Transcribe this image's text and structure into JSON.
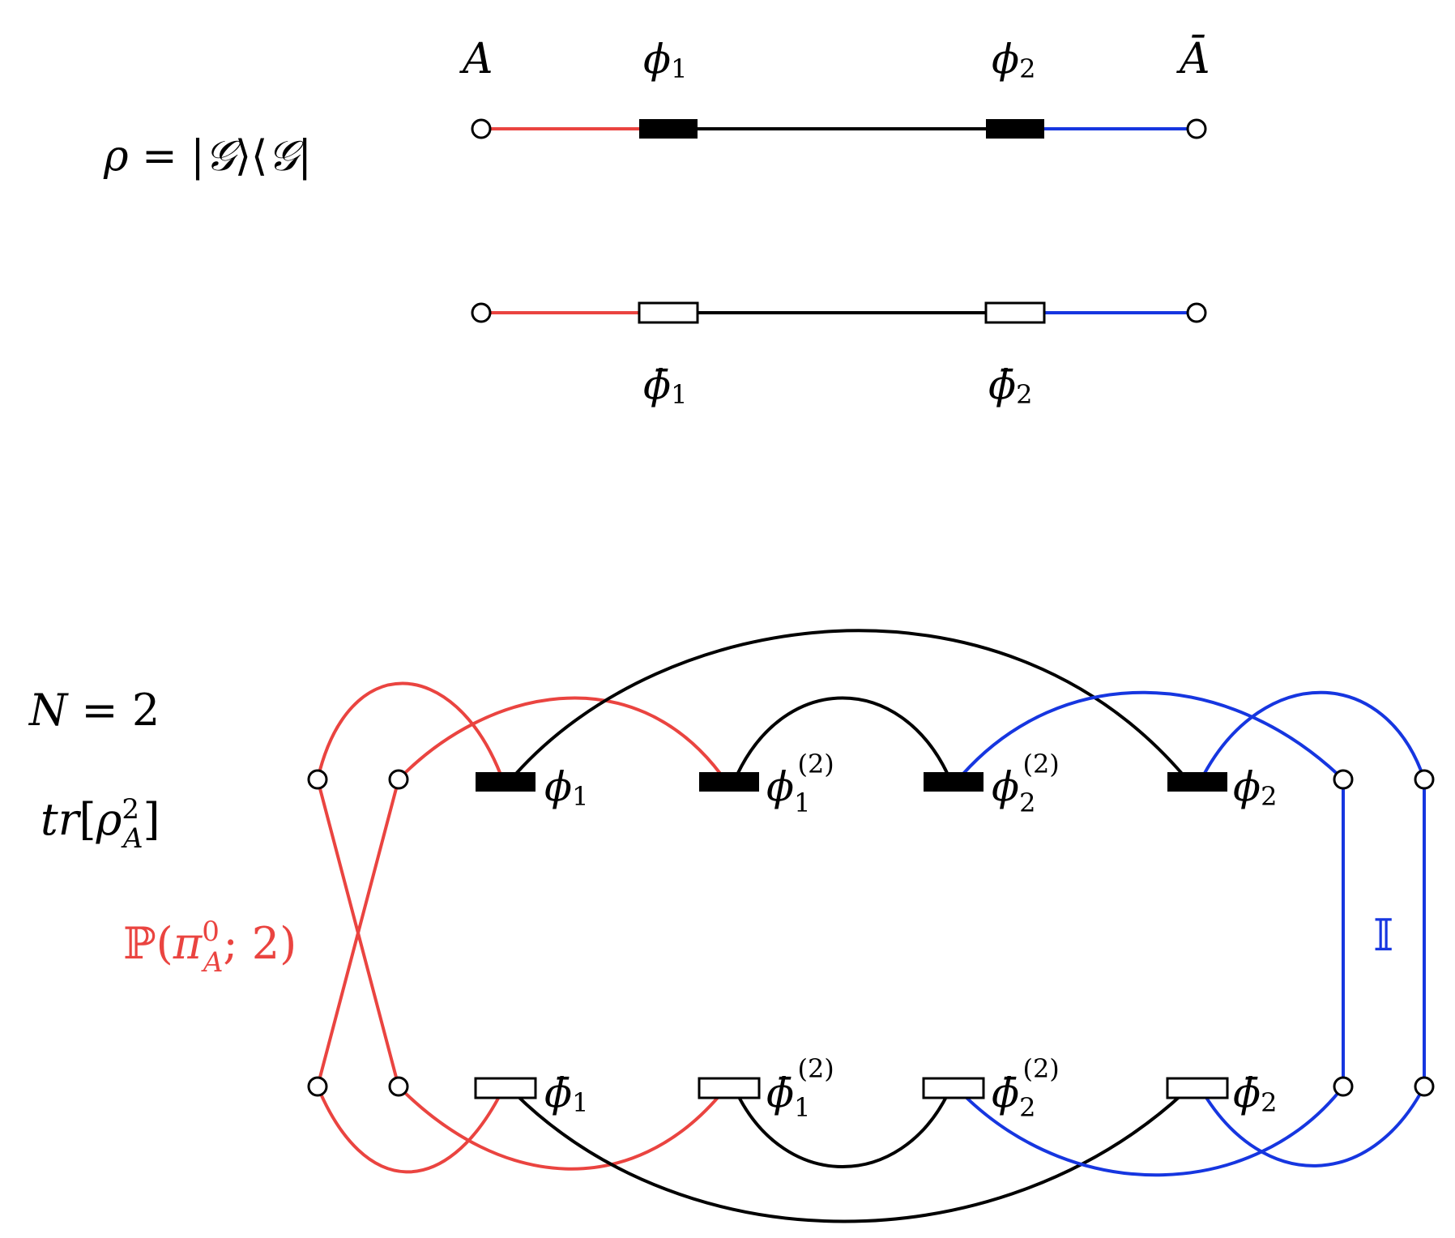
{
  "colors": {
    "subsystem_a": "#ea4440",
    "subsystem_abar": "#1636e0",
    "internal": "#000000"
  },
  "top": {
    "state_label": {
      "rho": "ρ",
      "eq": " = |",
      "g1": "𝒢",
      "mid": "⟩⟨",
      "g2": "𝒢",
      "end": "|"
    },
    "ket": {
      "label_a": "A",
      "label_abar": "Ā",
      "tensors": [
        {
          "sym": "ϕ",
          "sub": "1"
        },
        {
          "sym": "ϕ",
          "sub": "2"
        }
      ]
    },
    "bra": {
      "tensors": [
        {
          "sym": "ϕ̄",
          "sub": "1"
        },
        {
          "sym": "ϕ̄",
          "sub": "2"
        }
      ]
    }
  },
  "bottom": {
    "n_label": {
      "N": "N",
      "rest": " = 2"
    },
    "trace_label": {
      "tr": "tr",
      "open": "[",
      "rho": "ρ",
      "sup": "2",
      "sub": "A",
      "close": "]"
    },
    "perm_label": {
      "P": "ℙ",
      "open": "(",
      "pi": "π",
      "sup": "0",
      "sub": "A",
      "rest": "; 2)"
    },
    "identity_label": "𝕀",
    "ket_tensors": [
      {
        "sym": "ϕ",
        "sub": "1",
        "sup": ""
      },
      {
        "sym": "ϕ",
        "sub": "1",
        "sup": "(2)"
      },
      {
        "sym": "ϕ",
        "sub": "2",
        "sup": "(2)"
      },
      {
        "sym": "ϕ",
        "sub": "2",
        "sup": ""
      }
    ],
    "bra_tensors": [
      {
        "sym": "ϕ̄",
        "sub": "1",
        "sup": ""
      },
      {
        "sym": "ϕ̄",
        "sub": "1",
        "sup": "(2)"
      },
      {
        "sym": "ϕ̄",
        "sub": "2",
        "sup": "(2)"
      },
      {
        "sym": "ϕ̄",
        "sub": "2",
        "sup": ""
      }
    ]
  }
}
